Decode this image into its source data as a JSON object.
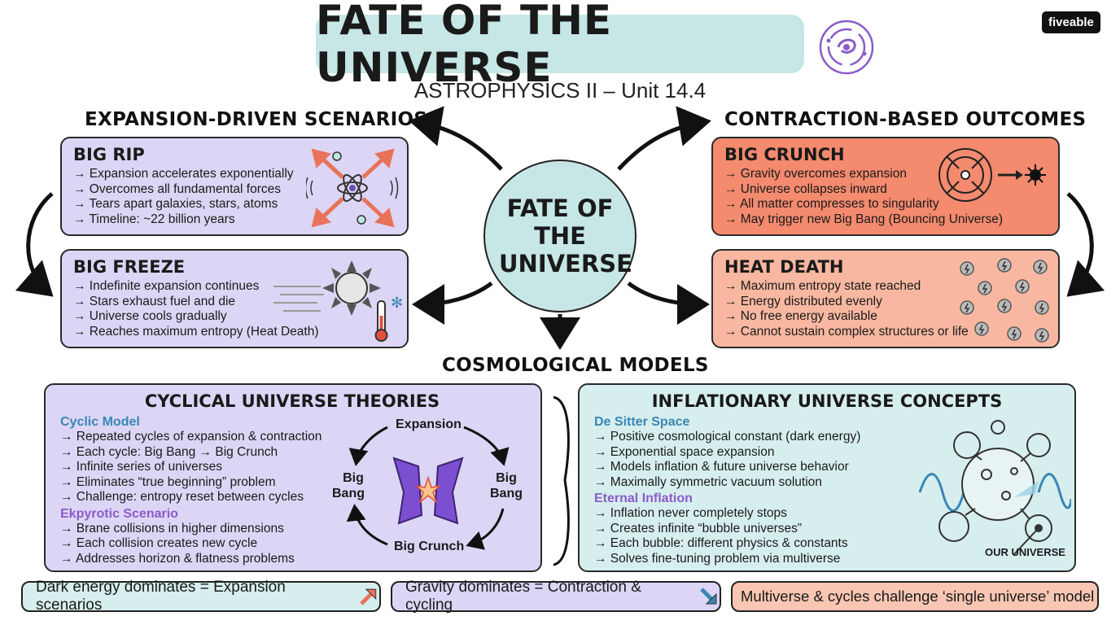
{
  "title": "FATE OF THE UNIVERSE",
  "subtitle": "ASTROPHYSICS II – Unit 14.4",
  "logo": "fiveable",
  "center": "FATE OF THE UNIVERSE",
  "sections": {
    "expansion": "EXPANSION-DRIVEN SCENARIOS",
    "contraction": "CONTRACTION-BASED OUTCOMES",
    "models": "COSMOLOGICAL MODELS"
  },
  "big_rip": {
    "title": "BIG RIP",
    "items": [
      "→ Expansion accelerates exponentially",
      "→ Overcomes all fundamental forces",
      "→ Tears apart galaxies, stars, atoms",
      "→ Timeline: ~22 billion years"
    ]
  },
  "big_freeze": {
    "title": "BIG FREEZE",
    "items": [
      "→ Indefinite expansion continues",
      "→ Stars exhaust fuel and die",
      "→ Universe cools gradually",
      "→ Reaches maximum entropy (Heat Death)"
    ]
  },
  "big_crunch": {
    "title": "BIG CRUNCH",
    "items": [
      "→ Gravity overcomes expansion",
      "→ Universe collapses inward",
      "→ All matter compresses to singularity",
      "→ May trigger new Big Bang (Bouncing Universe)"
    ]
  },
  "heat_death": {
    "title": "HEAT DEATH",
    "items": [
      "→ Maximum entropy state reached",
      "→ Energy distributed evenly",
      "→ No free energy available",
      "→ Cannot sustain complex structures or life"
    ]
  },
  "cyclical": {
    "title": "CYCLICAL UNIVERSE THEORIES",
    "cyclic_head": "Cyclic Model",
    "cyclic_items": [
      "→ Repeated cycles of expansion & contraction",
      "→ Each cycle: Big Bang → Big Crunch",
      "→ Infinite series of universes",
      "→ Eliminates “true beginning” problem",
      "→ Challenge: entropy reset between cycles"
    ],
    "ekpyrotic_head": "Ekpyrotic Scenario",
    "ekpyrotic_items": [
      "→ Brane collisions in higher dimensions",
      "→ Each collision creates new cycle",
      "→ Addresses horizon & flatness problems"
    ],
    "cycle_labels": {
      "expansion": "Expansion",
      "big_bang_left_1": "Big",
      "big_bang_left_2": "Bang",
      "big_bang_right_1": "Big",
      "big_bang_right_2": "Bang",
      "big_crunch": "Big Crunch"
    }
  },
  "inflationary": {
    "title": "INFLATIONARY UNIVERSE CONCEPTS",
    "desitter_head": "De Sitter Space",
    "desitter_items": [
      "→ Positive cosmological constant (dark energy)",
      "→ Exponential space expansion",
      "→ Models inflation & future universe behavior",
      "→ Maximally symmetric vacuum solution"
    ],
    "eternal_head": "Eternal Inflation",
    "eternal_items": [
      "→ Inflation never completely stops",
      "→ Creates infinite “bubble universes”",
      "→ Each bubble: different physics & constants",
      "→ Solves fine-tuning problem via multiverse"
    ],
    "our_universe": "OUR UNIVERSE"
  },
  "pills": [
    "Dark energy dominates = Expansion scenarios",
    "Gravity dominates = Contraction & cycling",
    "Multiverse & cycles challenge ‘single universe’ model"
  ],
  "colors": {
    "teal": "#c7e6e6",
    "purple": "#ddd5f5",
    "orange_strong": "#f48a6e",
    "orange_light": "#f8b7a0",
    "blue_head": "#3a86b5",
    "purple_head": "#8a5cc9"
  }
}
